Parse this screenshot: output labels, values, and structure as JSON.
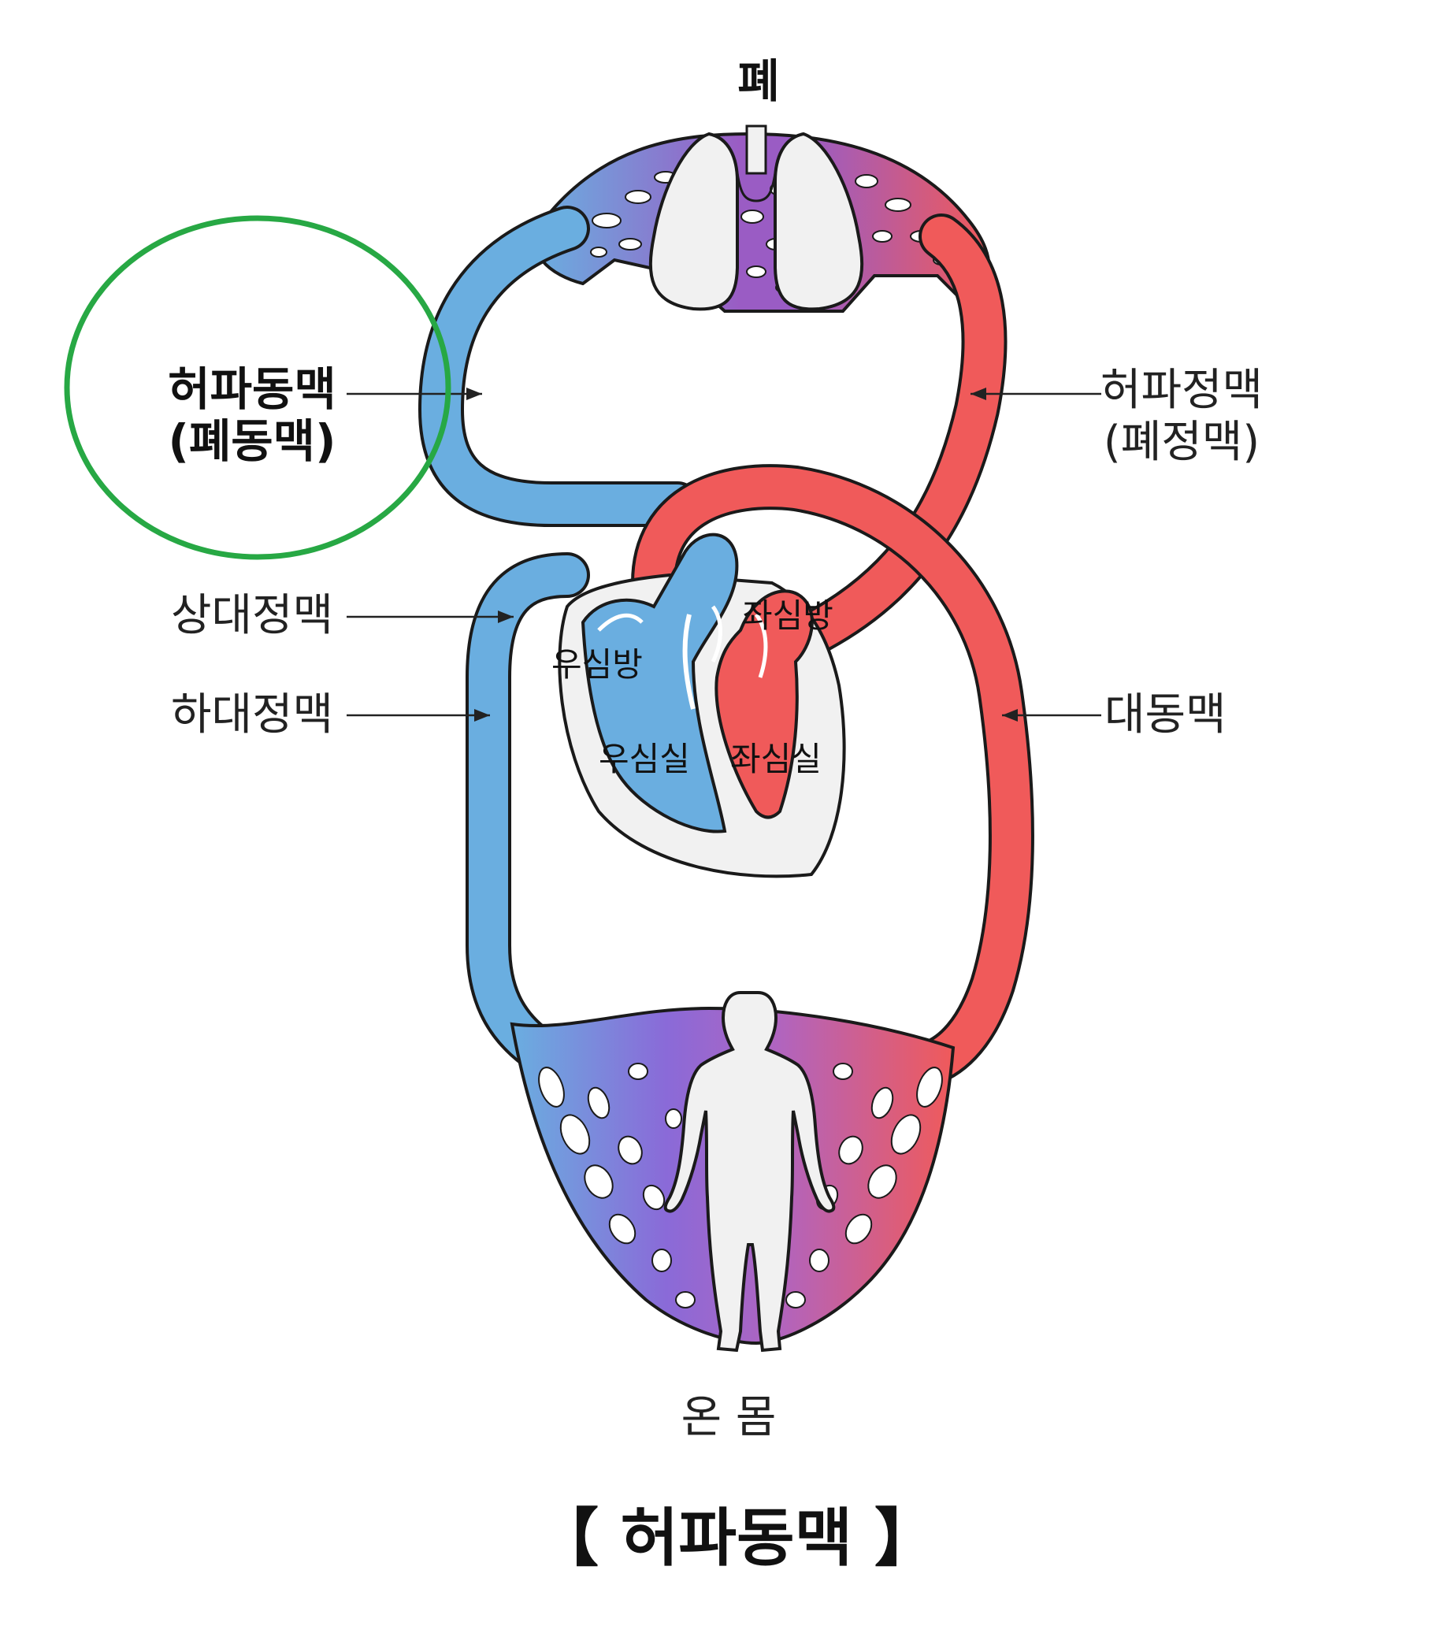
{
  "labels": {
    "lung": "폐",
    "body": "온 몸",
    "pulmonary_artery_line1": "허파동맥",
    "pulmonary_artery_line2": "(폐동맥)",
    "pulmonary_vein_line1": "허파정맥",
    "pulmonary_vein_line2": "(폐정맥)",
    "superior_vena_cava": "상대정맥",
    "inferior_vena_cava": "하대정맥",
    "aorta": "대동맥",
    "right_atrium": "우심방",
    "left_atrium": "좌심방",
    "right_ventricle": "우심실",
    "left_ventricle": "좌심실"
  },
  "caption": "【 허파동맥 】",
  "colors": {
    "venous_blue": "#6aaee0",
    "arterial_red": "#f05a5a",
    "capillary_purple": "#9a5cc4",
    "highlight_circle": "#27a844",
    "outline": "#1a1a1a",
    "organ_gray": "#f1f1f1"
  },
  "highlighted_label": "pulmonary_artery"
}
